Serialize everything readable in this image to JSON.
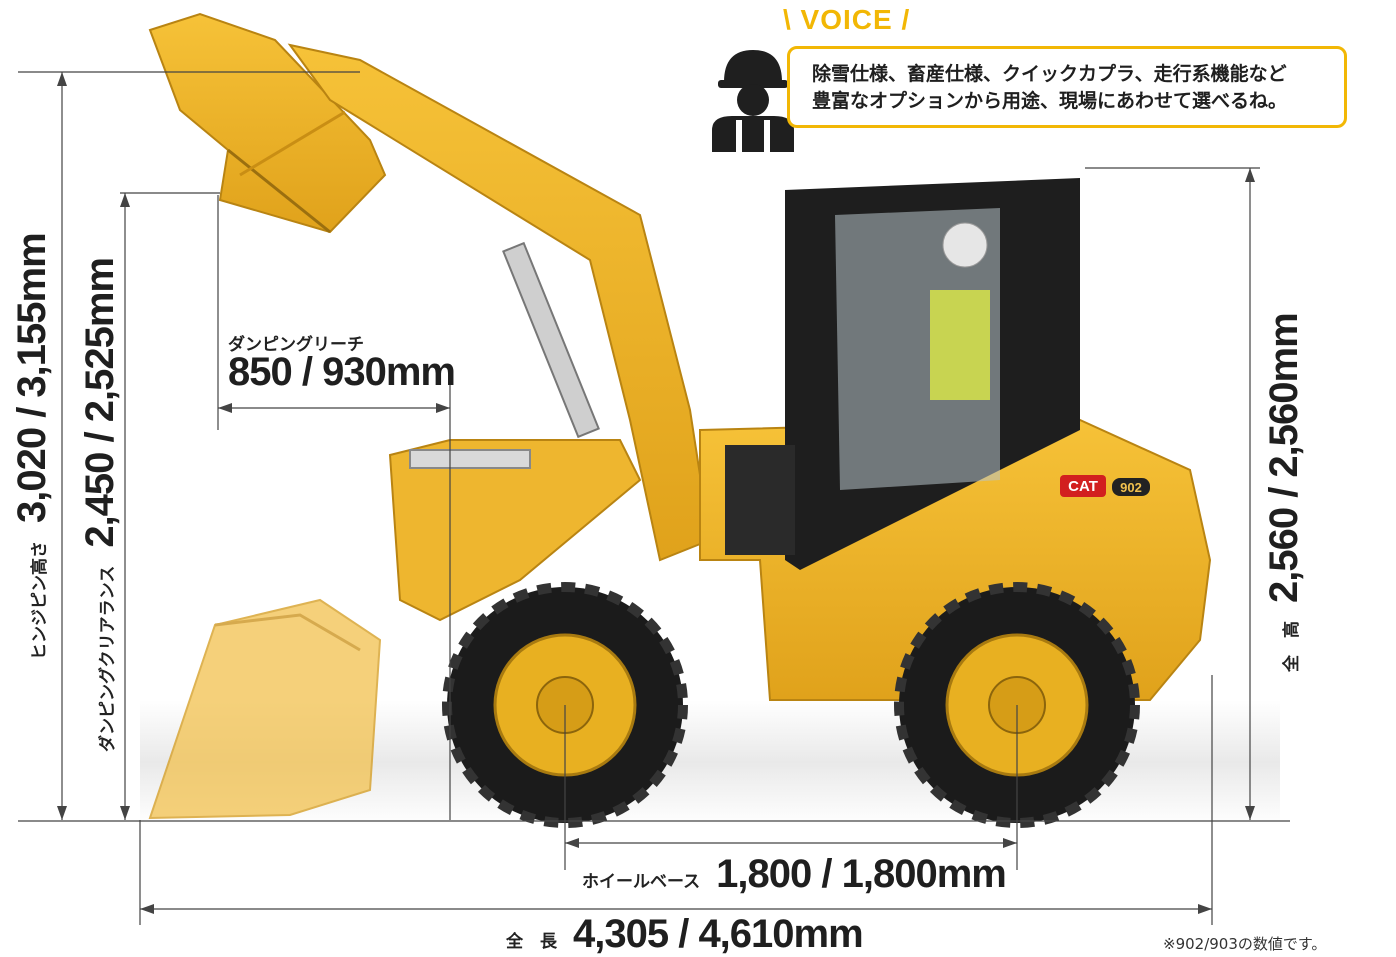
{
  "voice": {
    "title": "\\ VOICE /",
    "line1": "除雪仕様、畜産仕様、クイックカプラ、走行系機能など",
    "line2": "豊富なオプションから用途、現場にあわせて選べるね。",
    "icon": "worker-helmet-icon",
    "accent_color": "#f2b705"
  },
  "dimensions": {
    "hinge_pin_height": {
      "label": "ヒンジピン高さ",
      "value": "3,020 / 3,155mm"
    },
    "dumping_clearance": {
      "label": "ダンピングクリアランス",
      "value": "2,450 / 2,525mm"
    },
    "dumping_reach": {
      "label": "ダンピングリーチ",
      "value": "850 / 930mm"
    },
    "overall_height": {
      "label": "全　高",
      "value": "2,560 / 2,560mm"
    },
    "wheelbase": {
      "label": "ホイールベース",
      "value": "1,800 / 1,800mm"
    },
    "overall_length": {
      "label": "全　長",
      "value": "4,305 / 4,610mm"
    }
  },
  "machine": {
    "brand": "CAT",
    "model": "902",
    "body_color": "#f0b429"
  },
  "footnote": "※902/903の数値です。"
}
